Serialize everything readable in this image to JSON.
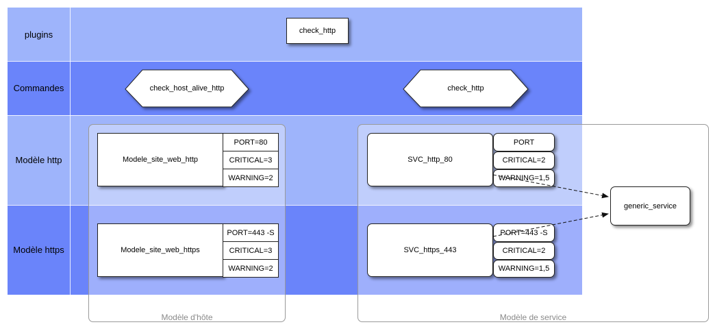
{
  "lanes": [
    {
      "label": "plugins",
      "color": "#9eb4fb"
    },
    {
      "label": "Commandes",
      "color": "#6a84fa"
    },
    {
      "label": "Modèle http",
      "color": "#9eb4fb"
    },
    {
      "label": "Modèle https",
      "color": "#6a84fa"
    }
  ],
  "plugins": {
    "check_http": "check_http"
  },
  "commands": {
    "host_alive": "check_host_alive_http",
    "check_http": "check_http"
  },
  "host_group": {
    "label": "Modèle d'hôte",
    "http": {
      "name": "Modele_site_web_http",
      "attrs": [
        "PORT=80",
        "CRITICAL=3",
        "WARNING=2"
      ]
    },
    "https": {
      "name": "Modele_site_web_https",
      "attrs": [
        "PORT=443 -S",
        "CRITICAL=3",
        "WARNING=2"
      ]
    }
  },
  "service_group": {
    "label": "Modèle de service",
    "http": {
      "name": "SVC_http_80",
      "attrs": [
        "PORT",
        "CRITICAL=2",
        "WARNING=1,5"
      ]
    },
    "https": {
      "name": "SVC_https_443",
      "attrs": [
        "PORT=443 -S",
        "CRITICAL=2",
        "WARNING=1,5"
      ]
    }
  },
  "generic": {
    "name": "generic_service"
  }
}
